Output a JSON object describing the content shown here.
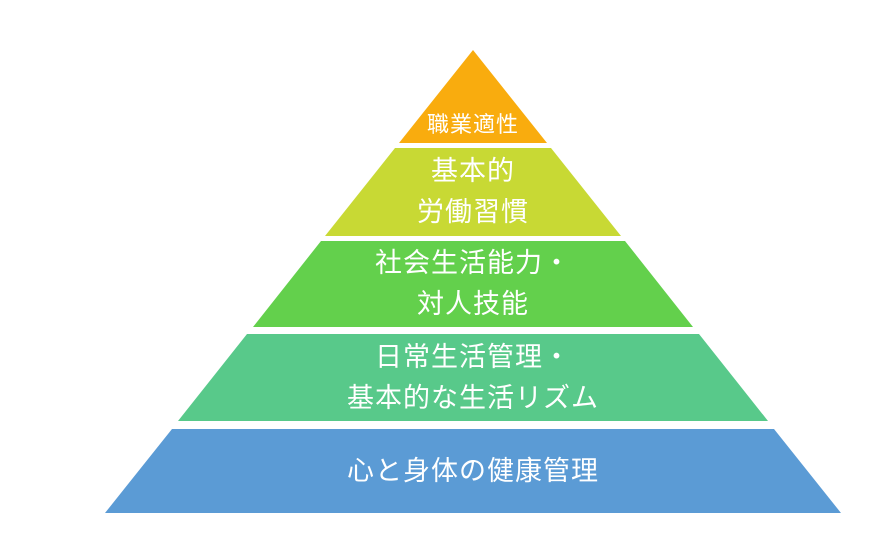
{
  "diagram": {
    "type": "pyramid",
    "orientation": "apex-top",
    "text_color": "#FFFFFF",
    "background_color": "#FFFFFF",
    "levels": [
      {
        "id": "vocational-aptitude",
        "color": "#F9AC0E",
        "lines": [
          "職業適性"
        ]
      },
      {
        "id": "basic-work-habits",
        "color": "#C8D934",
        "lines": [
          "基本的",
          "労働習慣"
        ]
      },
      {
        "id": "social-life-interpersonal-skills",
        "color": "#63D04C",
        "lines": [
          "社会生活能力・",
          "対人技能"
        ]
      },
      {
        "id": "daily-life-management",
        "color": "#58C98A",
        "lines": [
          "日常生活管理・",
          "基本的な生活リズム"
        ]
      },
      {
        "id": "mind-body-health-management",
        "color": "#5B9BD5",
        "lines": [
          "心と身体の健康管理"
        ]
      }
    ]
  }
}
